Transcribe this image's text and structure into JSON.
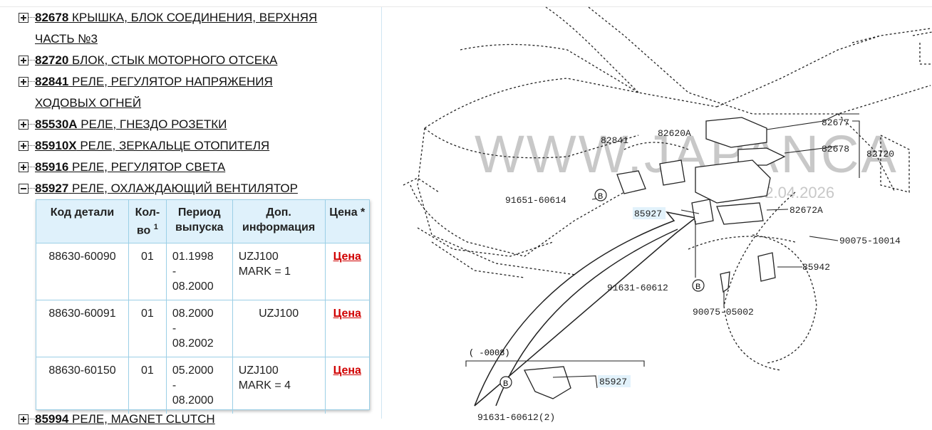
{
  "tree": {
    "items": [
      {
        "code": "82678",
        "text": " КРЫШКА, БЛОК СОЕДИНЕНИЯ, ВЕРХНЯЯ ЧАСТЬ №3",
        "expanded": false
      },
      {
        "code": "82720",
        "text": " БЛОК, СТЫК МОТОРНОГО ОТСЕКА",
        "expanded": false
      },
      {
        "code": "82841",
        "text": " РЕЛЕ, РЕГУЛЯТОР НАПРЯЖЕНИЯ ХОДОВЫХ ОГНЕЙ",
        "expanded": false
      },
      {
        "code": "85530A",
        "text": " РЕЛЕ, ГНЕЗДО РОЗЕТКИ",
        "expanded": false
      },
      {
        "code": "85910X",
        "text": " РЕЛЕ, ЗЕРКАЛЬЦЕ ОТОПИТЕЛЯ",
        "expanded": false
      },
      {
        "code": "85916",
        "text": " РЕЛЕ, РЕГУЛЯТОР СВЕТА",
        "expanded": false
      },
      {
        "code": "85927",
        "text": " РЕЛЕ, ОХЛАЖДАЮЩИЙ ВЕНТИЛЯТОР",
        "expanded": true
      },
      {
        "code": "85994",
        "text": " РЕЛЕ, MAGNET CLUTCH",
        "expanded": false
      }
    ]
  },
  "parts_table": {
    "headers": {
      "code": "Код детали",
      "qty_a": "Кол-",
      "qty_b": "во",
      "qty_sup": "1",
      "period": "Период выпуска",
      "info": "Доп. информация",
      "price": "Цена *"
    },
    "rows": [
      {
        "code": "88630-60090",
        "qty": "01",
        "from": "01.1998",
        "dash": "-",
        "to": "08.2000",
        "info1": "UZJ100",
        "info2": "MARK = 1",
        "price": "Цена"
      },
      {
        "code": "88630-60091",
        "qty": "01",
        "from": "08.2000",
        "dash": "-",
        "to": "08.2002",
        "info1": "UZJ100",
        "info2": "",
        "price": "Цена"
      },
      {
        "code": "88630-60150",
        "qty": "01",
        "from": "05.2000",
        "dash": "-",
        "to": "08.2000",
        "info1": "UZJ100",
        "info2": "MARK = 4",
        "price": "Цена"
      }
    ]
  },
  "diagram": {
    "watermark": "WWW.JAPANCA",
    "date_stamp": "02.04.2026",
    "callouts": {
      "c82677": "82677",
      "c82678": "82678",
      "c82720": "82720",
      "c82841": "82841",
      "c82620": "82620A",
      "c91651": "91651-60614",
      "c85927a": "85927",
      "c82672": "82672A",
      "c90075a": "90075-10014",
      "c85942": "85942",
      "c91631a": "91631-60612",
      "c90075b": "90075-05002",
      "c_period": "(     -0008)",
      "c85927b": "85927",
      "c91631b": "91631-60612(2)",
      "bolt_b": "B"
    }
  },
  "colors": {
    "price": "#d00000",
    "table_border": "#9bcfe6",
    "table_header_bg": "#dff1fb"
  }
}
